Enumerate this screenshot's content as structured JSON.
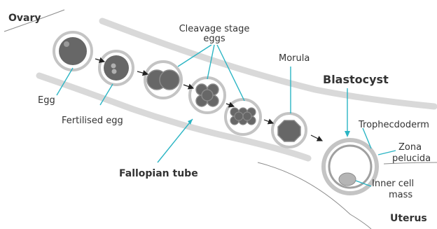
{
  "labels": {
    "ovary": "Ovary",
    "cleavage_line1": "Cleavage stage",
    "cleavage_line2": "eggs",
    "morula": "Morula",
    "blastocyst": "Blastocyst",
    "egg": "Egg",
    "fertilised_egg": "Fertilised egg",
    "trophectoderm": "Trophecdoderm",
    "zona_line1": "Zona",
    "zona_line2": "pelucida",
    "fallopian_tube": "Fallopian tube",
    "inner_cell_line1": "Inner cell",
    "inner_cell_line2": "mass",
    "uterus": "Uterus"
  },
  "colors": {
    "tube": "#d9d9d9",
    "zona_ring": "#c4c4c4",
    "cell_fill": "#676767",
    "cell_stroke": "#8a8a8a",
    "pointer": "#2bb5c4",
    "arrow": "#222222",
    "text": "#333333",
    "outline": "#8c8c8c"
  }
}
